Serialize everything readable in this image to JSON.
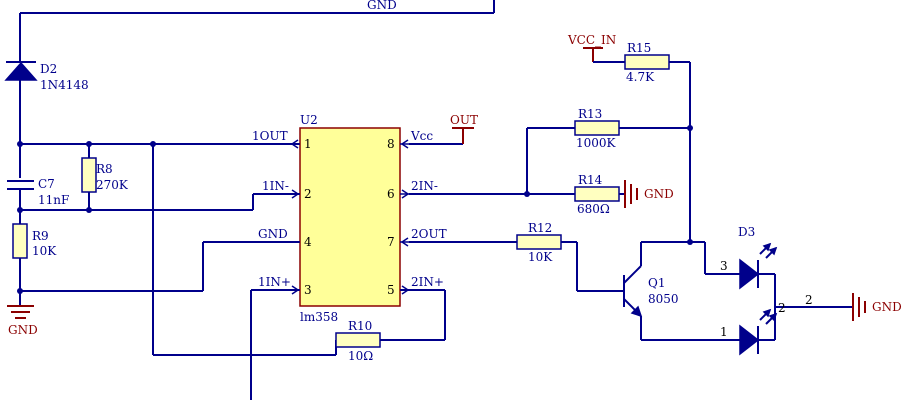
{
  "power_labels": {
    "gnd_top": "GND",
    "gnd_left": "GND",
    "gnd_r14": "GND",
    "gnd_right": "GND",
    "vcc_in": "VCC_IN",
    "out": "OUT"
  },
  "components": {
    "d2": {
      "ref": "D2",
      "value": "1N4148"
    },
    "c7": {
      "ref": "C7",
      "value": "11nF"
    },
    "r8": {
      "ref": "R8",
      "value": "270K"
    },
    "r9": {
      "ref": "R9",
      "value": "10K"
    },
    "r10": {
      "ref": "R10",
      "value": "10Ω"
    },
    "r12": {
      "ref": "R12",
      "value": "10K"
    },
    "r13": {
      "ref": "R13",
      "value": "1000K"
    },
    "r14": {
      "ref": "R14",
      "value": "680Ω"
    },
    "r15": {
      "ref": "R15",
      "value": "4.7K"
    },
    "q1": {
      "ref": "Q1",
      "value": "8050"
    },
    "d3": {
      "ref": "D3"
    },
    "u2": {
      "ref": "U2",
      "value": "lm358"
    }
  },
  "u2_pins": [
    {
      "num": "1",
      "name": "1OUT"
    },
    {
      "num": "2",
      "name": "1IN-"
    },
    {
      "num": "4",
      "name": "GND"
    },
    {
      "num": "3",
      "name": "1IN+"
    },
    {
      "num": "8",
      "name": "Vcc"
    },
    {
      "num": "6",
      "name": "2IN-"
    },
    {
      "num": "7",
      "name": "2OUT"
    },
    {
      "num": "5",
      "name": "2IN+"
    }
  ],
  "d3_pins": {
    "p3": "3",
    "p1": "1",
    "p2": "2"
  }
}
